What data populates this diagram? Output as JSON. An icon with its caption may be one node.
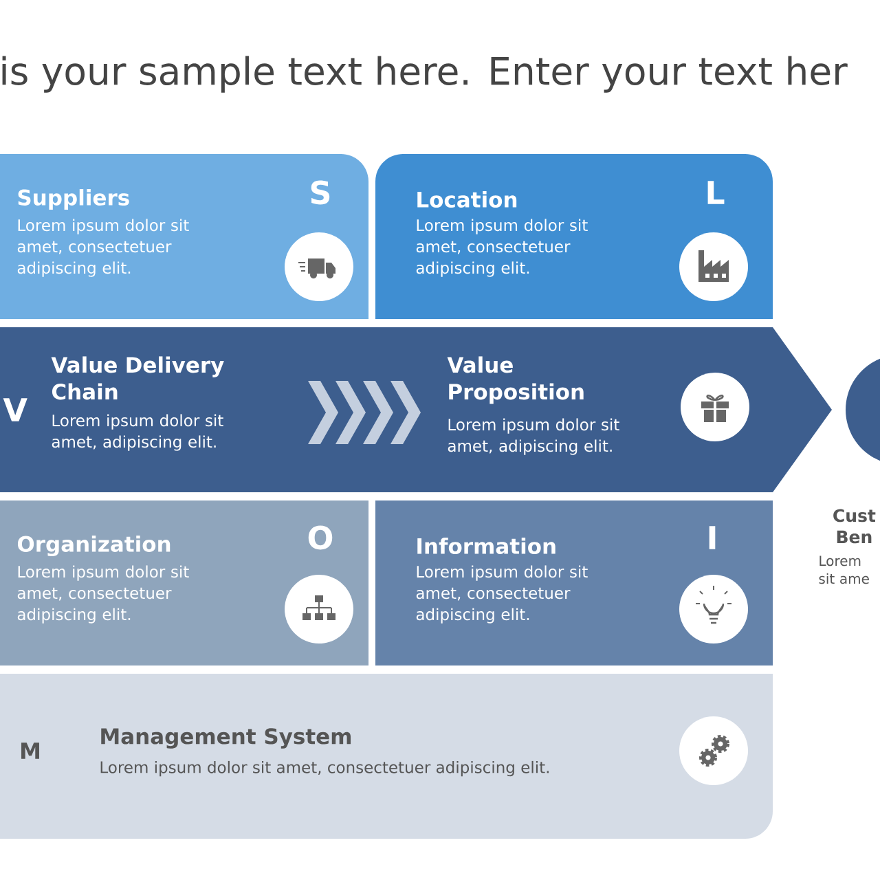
{
  "diagram": {
    "title": "is your sample text here. Enter your text her",
    "nodes": [
      {
        "text": [
          "Suppliers",
          "S",
          "Lorem ipsum dolor sit amet, consectetuer adipiscing elit."
        ]
      },
      {
        "text": [
          "Location",
          "L",
          "Lorem ipsum dolor sit amet, consectetuer adipiscing elit."
        ]
      },
      {
        "text": [
          "V",
          "Value Delivery Chain",
          "Lorem ipsum dolor sit amet, adipiscing elit.",
          "Value Proposition",
          "Lorem ipsum dolor sit amet, adipiscing elit."
        ]
      },
      {
        "text": [
          "Organization",
          "O",
          "Lorem ipsum dolor sit amet, consectetuer adipiscing elit."
        ]
      },
      {
        "text": [
          "Information",
          "I",
          "Lorem ipsum dolor sit amet, consectetuer adipiscing elit."
        ]
      },
      {
        "text": [
          "M",
          "Management System",
          "Lorem ipsum dolor sit amet, consectetuer adipiscing elit."
        ]
      },
      {
        "text": [],
        "shape": "circle",
        "beside": [
          "Cust Ben",
          "Lorem sit ame"
        ]
      }
    ]
  }
}
